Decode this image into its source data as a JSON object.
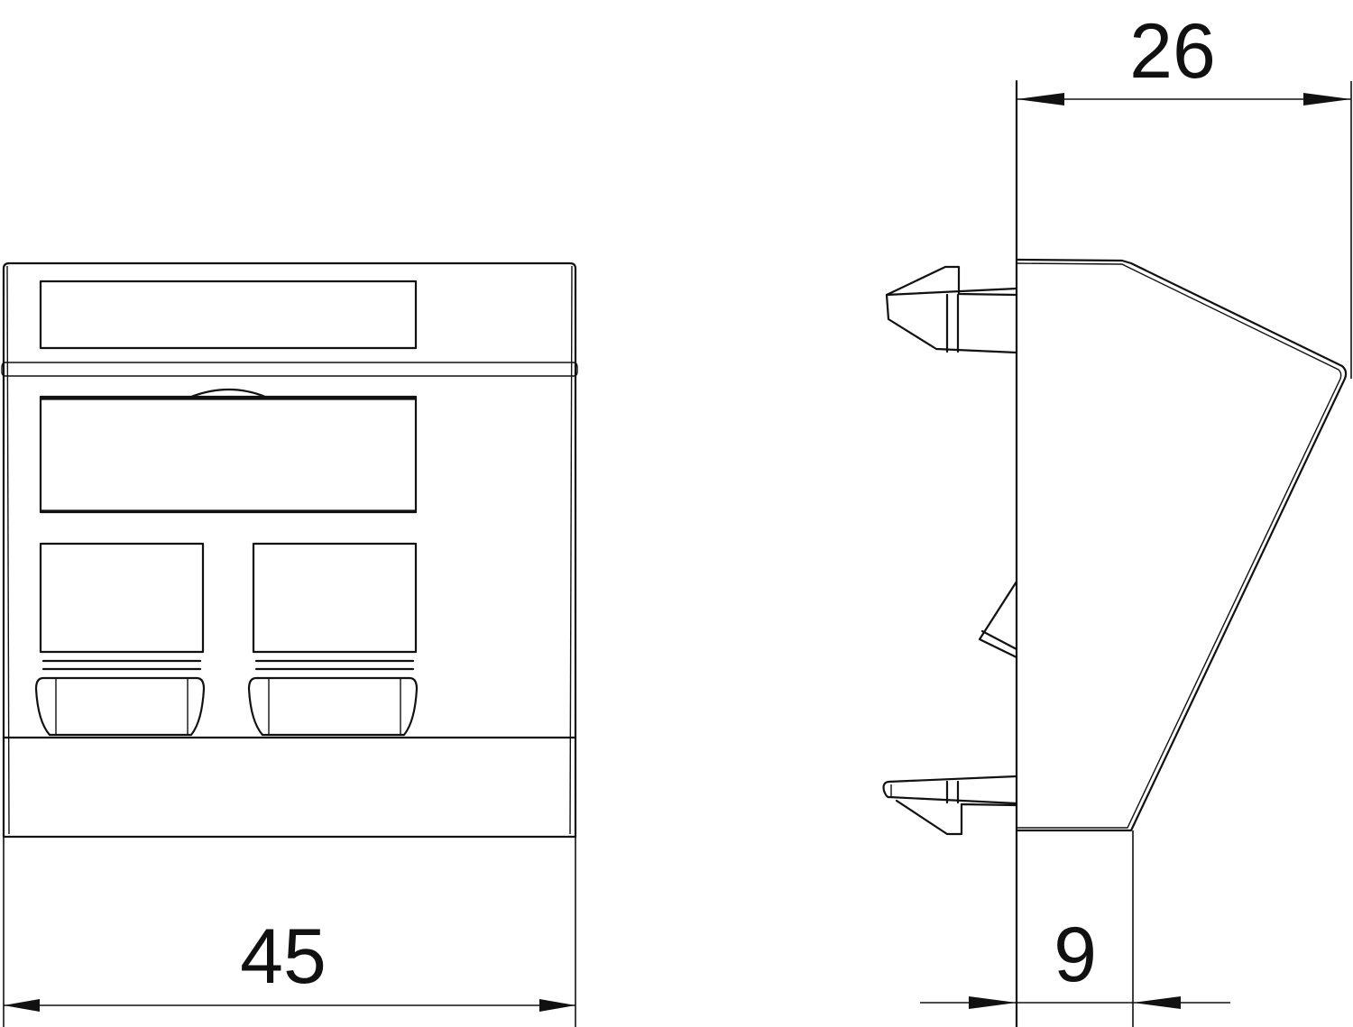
{
  "drawing": {
    "front_view": {
      "name": "Front view of double RJ45 data outlet module with label fields",
      "width_dimension": "45"
    },
    "side_view": {
      "name": "Side view of angled data outlet module",
      "depth_dimension": "26",
      "base_dimension": "9"
    }
  },
  "colors": {
    "line": "#111111",
    "background": "#ffffff"
  }
}
